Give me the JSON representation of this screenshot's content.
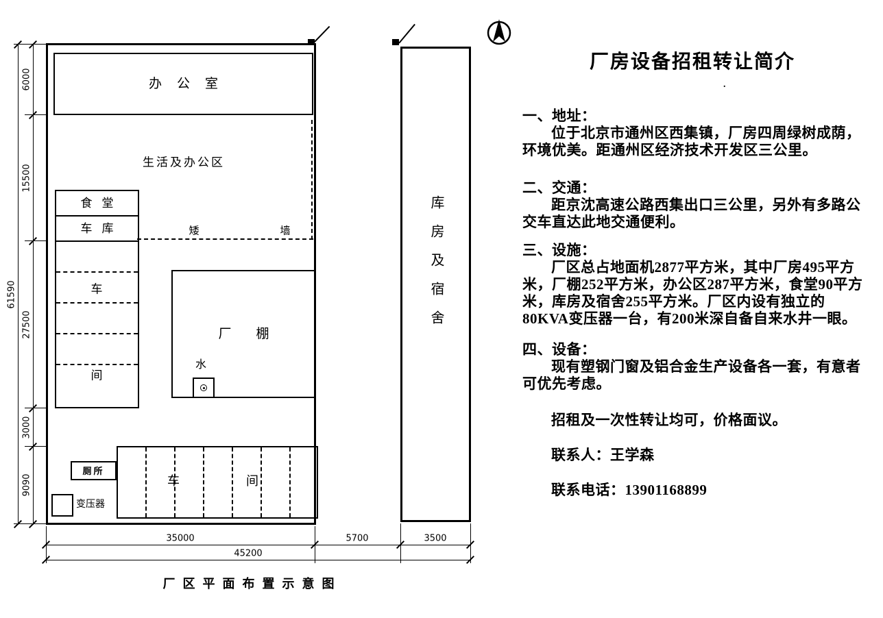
{
  "plan": {
    "caption": "厂区平面布置示意图",
    "rooms": {
      "office": "办公室",
      "living_area": "生活及办公区",
      "canteen": "食堂",
      "garage": "车库",
      "workshop_char_1": "车",
      "workshop_char_2": "间",
      "shed": "厂棚",
      "water": "水",
      "low_wall_char_1": "矮",
      "low_wall_char_2": "墙",
      "toilet": "厕所",
      "transformer": "变压器",
      "bottom_workshop_char_1": "车",
      "bottom_workshop_char_2": "间",
      "warehouse": "库房及宿舍"
    },
    "dimensions": {
      "v_6000": "6000",
      "v_15500": "15500",
      "v_27500": "27500",
      "v_3000": "3000",
      "v_9090": "9090",
      "v_overall": "61590",
      "h_35000": "35000",
      "h_5700": "5700",
      "h_3500": "3500",
      "h_overall": "45200"
    }
  },
  "brochure": {
    "title": "厂房设备招租转让简介",
    "stray_mark": ".",
    "sections": [
      {
        "heading": "一、地址：",
        "body": "位于北京市通州区西集镇，厂房四周绿树成荫，环境优美。距通州区经济技术开发区三公里。"
      },
      {
        "heading": "二、交通：",
        "body": "距京沈高速公路西集出口三公里，另外有多路公交车直达此地交通便利。"
      },
      {
        "heading": "三、设施：",
        "body": "厂区总占地面机2877平方米，其中厂房495平方米，厂棚252平方米，办公区287平方米，食堂90平方米，库房及宿舍255平方米。厂区内设有独立的80KVA变压器一台，有200米深自备自来水井一眼。"
      },
      {
        "heading": "四、设备：",
        "body": "现有塑钢门窗及铝合金生产设备各一套，有意者可优先考虑。"
      }
    ],
    "note": "招租及一次性转让均可，价格面议。",
    "contact_name": "联系人：王学森",
    "contact_phone": "联系电话：13901168899"
  }
}
